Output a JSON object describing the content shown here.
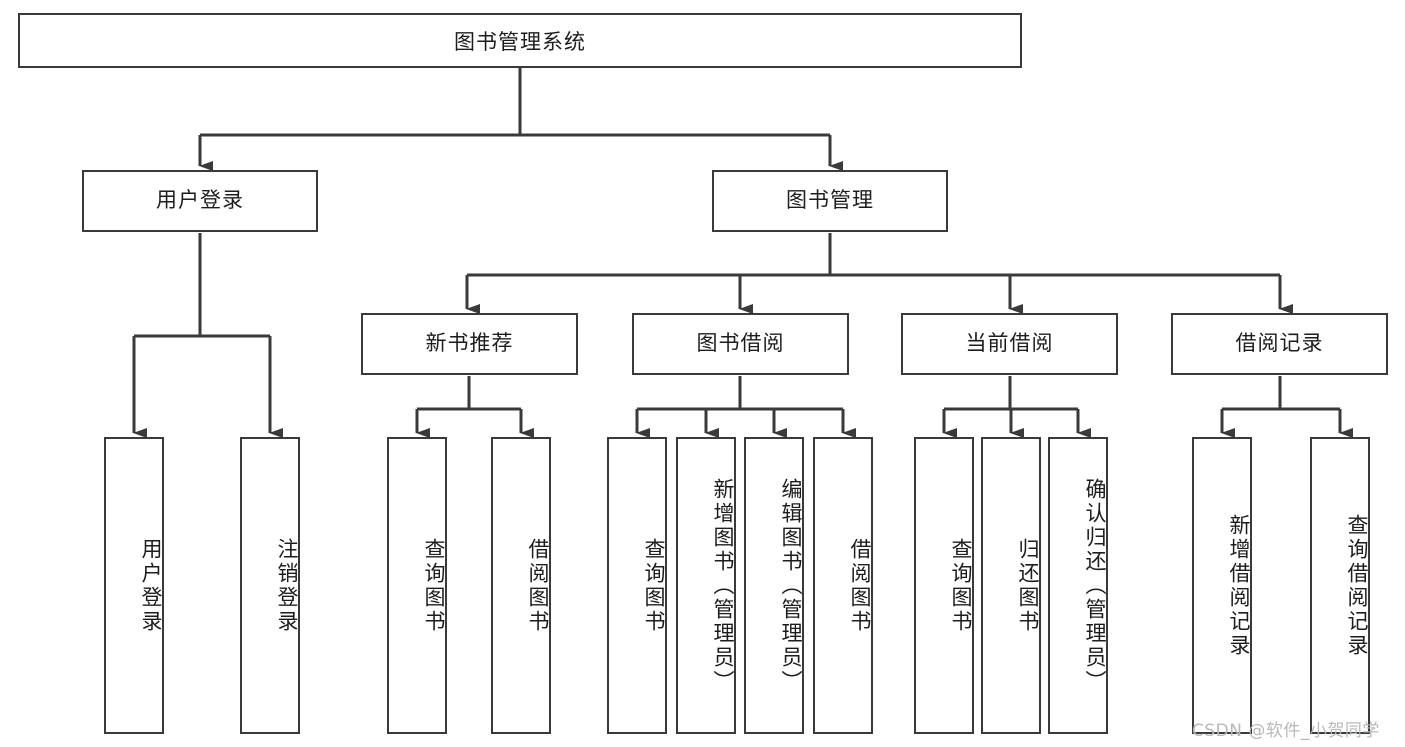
{
  "diagram": {
    "title": "图书管理系统",
    "type": "tree-hierarchy-chart",
    "watermark": "CSDN @软件_小贺同学",
    "colors": {
      "box_border": "#3a3a3a",
      "box_fill": "#ffffff",
      "connector": "#3a3a3a",
      "text": "#1d1d1d",
      "watermark": "#b9b9b9",
      "background": "#ffffff"
    },
    "root": {
      "label": "图书管理系统"
    },
    "level2": [
      {
        "id": "user-login",
        "label": "用户登录"
      },
      {
        "id": "book-management",
        "label": "图书管理"
      }
    ],
    "level3": [
      {
        "id": "new-book-recommend",
        "label": "新书推荐",
        "parent": "book-management"
      },
      {
        "id": "book-borrow",
        "label": "图书借阅",
        "parent": "book-management"
      },
      {
        "id": "current-borrow",
        "label": "当前借阅",
        "parent": "book-management"
      },
      {
        "id": "borrow-record",
        "label": "借阅记录",
        "parent": "book-management"
      }
    ],
    "leaves": {
      "user-login": [
        {
          "id": "leaf-user-login",
          "label": "用户登录"
        },
        {
          "id": "leaf-logout",
          "label": "注销登录"
        }
      ],
      "new-book-recommend": [
        {
          "id": "leaf-query-book-1",
          "label": "查询图书"
        },
        {
          "id": "leaf-borrow-book-1",
          "label": "借阅图书"
        }
      ],
      "book-borrow": [
        {
          "id": "leaf-query-book-2",
          "label": "查询图书"
        },
        {
          "id": "leaf-add-book",
          "label": "新增图书（管理员）"
        },
        {
          "id": "leaf-edit-book",
          "label": "编辑图书（管理员）"
        },
        {
          "id": "leaf-borrow-book-2",
          "label": "借阅图书"
        }
      ],
      "current-borrow": [
        {
          "id": "leaf-query-book-3",
          "label": "查询图书"
        },
        {
          "id": "leaf-return-book",
          "label": "归还图书"
        },
        {
          "id": "leaf-confirm-return",
          "label": "确认归还（管理员）"
        }
      ],
      "borrow-record": [
        {
          "id": "leaf-add-record",
          "label": "新增借阅记录"
        },
        {
          "id": "leaf-query-record",
          "label": "查询借阅记录"
        }
      ]
    }
  }
}
